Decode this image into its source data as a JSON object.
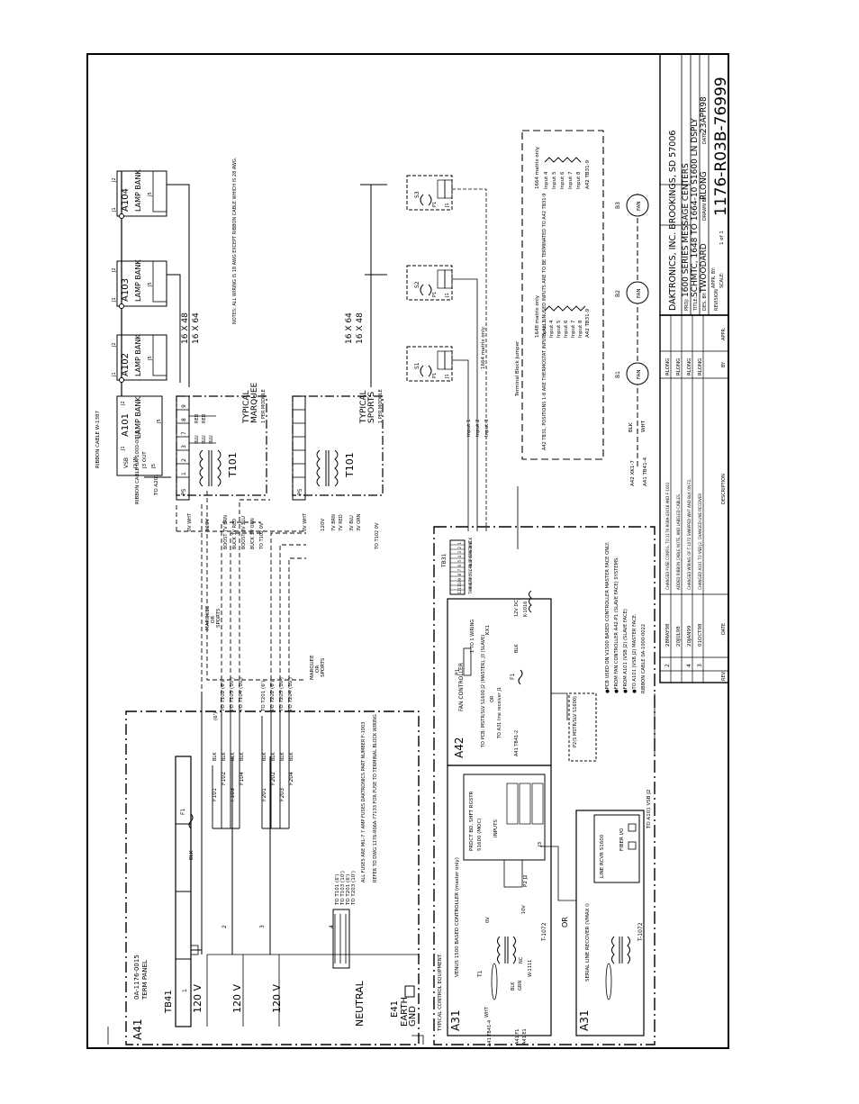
{
  "title_block": {
    "company": "DAKTRONICS, INC.    BROOKINGS, SD  57006",
    "proj_label": "PROJ:",
    "proj": "1600 SERIES MESSAGE CENTERS",
    "title_label": "TITLE:",
    "title": "SCHMTC, 1648 TO 1664-10 S1600 LN DSPLY",
    "des_label": "DES. BY:",
    "des_by": "TWOODARD",
    "drawn_label": "DRAWN BY:",
    "drawn_by": "RLONG",
    "date_label": "DATE:",
    "date": "23APR98",
    "revision_label": "REVISION",
    "appr_label": "APPR. BY:",
    "scale_label": "SCALE:",
    "sheet": "1 of 1",
    "dwg_number": "1176-R03B-76999"
  },
  "revisions": {
    "headers": [
      "REV.",
      "DATE",
      "DESCRIPTION",
      "BY",
      "APPR."
    ],
    "rows": [
      {
        "rev": "2",
        "date": "28MAY98",
        "desc": "CHANGED FUSE CONFIG. TO 1176-R08A-43018 AND F-1001",
        "by": "RLONG"
      },
      {
        "rev": "",
        "date": "20JUL98",
        "desc": "ADDED RIBBON CABLE NOTE, AND LABELED CABLES.",
        "by": "RLONG"
      },
      {
        "rev": "4",
        "date": "20JAN99",
        "desc": "CHANGED WIRING OF T-1072 SWAPPED WHT AND BLK ON F2.",
        "by": "RLONG"
      },
      {
        "rev": "3",
        "date": "01OCT98",
        "desc": "CHANGED A101 TO VSB J2, CHANGED LINE RECEIVER",
        "by": "RLONG"
      }
    ]
  },
  "a41": {
    "ref": "A41",
    "part": "0A-1176-0015",
    "name": "TERM PANEL",
    "tb": "TB41",
    "terms": [
      "1",
      "2",
      "3",
      "4"
    ],
    "v120": "120 V",
    "neutral": "NEUTRAL",
    "e41": "E41",
    "earth": "EARTH",
    "gnd": "GND",
    "f1": "F1",
    "blk": "BLK",
    "fuses": [
      "F101",
      "F102",
      "F103",
      "F104",
      "F201",
      "F202",
      "F203",
      "F204"
    ],
    "t1_dests": [
      "TO T102 (6')",
      "TO T103 (10')",
      "TO T104 (10')",
      "TO T201 (6')",
      "TO T202 (6')",
      "TO T203 (10')",
      "TO T204 (10')"
    ],
    "neutral_dests": [
      "TO T101 (6')",
      "TO T103 (10')",
      "TO T201 (6')",
      "TO T203 (10')"
    ],
    "six_ft": "(6')",
    "fuse_note": "ALL FUSES ARE MIL-7 7 AMP FUSES DAKTRONICS PART NUMBER F-1003",
    "refer_note": "REFER TO DWG 1176-R06A-77133 FOR FUSE TO TERMINAL BLOCK WIRING",
    "marquee": "MARQUEE",
    "or": "OR",
    "sports": "SPORTS"
  },
  "a31_venus": {
    "ref": "A31",
    "header": "TYPICAL CONTROL EQUIPMENT.",
    "title": "VENUS 1500 BASED CONTROLLER (master only)",
    "board": "PRDCT BD. SHFT RGSTR",
    "model": "S1600 (MOC)",
    "inputs": "INPUTS",
    "transformer": "T-1072",
    "t1": "T1",
    "wht": "WHT",
    "blk": "BLK",
    "grn": "GRN",
    "nc": "NC",
    "w1111": "W-1111",
    "ov": "0V",
    "v10": "10V",
    "f1": "A41 F1",
    "e1": "A41 E1",
    "tb4": "A41 TB41-4",
    "p2j2": "P2 J2",
    "j3": "J3"
  },
  "or_label": "OR",
  "a31_serial": {
    "ref": "A31",
    "title": "SERIAL LINE RECOVER (VMAX I)",
    "model": "LINE RCVR S1600",
    "fiber": "FIBER I/O",
    "transformer": "T-1072",
    "to_a101": "TO A101 VSB J2"
  },
  "a42": {
    "ref": "A42",
    "name": "FAN CONTROLLER",
    "pcb_note": "TO PCB: MSTR/SLV S1600 J2 (MASTER), J3 (SLAVE)",
    "or": "OR",
    "a31_note": "TO A31 line receiver J1",
    "tb41_2": "A41 TB41-2",
    "f1": "F1",
    "blk": "BLK",
    "one_to_one": "1 TO 1 WIRING",
    "p1": "P1",
    "kx1": "KX1",
    "k1016": "K-1016",
    "dc12": "12V DC",
    "tb31": "TB31",
    "tb_rows": [
      {
        "n": "1",
        "c": "BLK"
      },
      {
        "n": "2",
        "c": "WHT"
      },
      {
        "n": "3",
        "c": "RED"
      },
      {
        "n": "4",
        "c": "GRN"
      },
      {
        "n": "5",
        "c": "BRN"
      },
      {
        "n": "6",
        "c": "BLU"
      },
      {
        "n": "7",
        "c": "ORN"
      },
      {
        "n": "8",
        "c": "YEL"
      },
      {
        "n": "9",
        "c": "VIO"
      },
      {
        "n": "10",
        "c": "GRY"
      },
      {
        "n": "11",
        "c": "PNK"
      },
      {
        "n": "12",
        "c": "TAN"
      }
    ],
    "sub_title": "P2(S MSTR/SLV S1600)",
    "notes": [
      "●PCB USED ON V1500 BASED CONTROLLER MASTER FACE ONLY.",
      "●FROM FAN CONTROLLER A42-P1 (SLAVE FACE) SYSTEMS:",
      "●FROM A101 (VSB J2) (SLAVE FACE)",
      "●TO A101 (VSB J2) MASTER FACE.",
      "RIBBON CABLE 0A-1000-0022"
    ]
  },
  "marquee_module": {
    "title": "TYPICAL",
    "title2": "MARQUEE",
    "per": "1 PER MODULE",
    "t101": "T101",
    "p5": "P5",
    "pins": [
      "1",
      "2",
      "3",
      "7",
      "8",
      "9"
    ],
    "v120": "120V",
    "taps": [
      "0V WHT",
      "BOOST 7V BRN",
      "BUCK 7V RED",
      "BOOST 3V BLU",
      "BUCK 3V ORN"
    ],
    "wires": [
      "BLU",
      "BLU",
      "BLU",
      "RED",
      "RED"
    ],
    "to_t102": "TO T102 0V",
    "to_a201": "TO A201",
    "ribbon": "RIBBON CABLE 0A-1000-0019",
    "vsb": "VSB",
    "j2_in": "J2 IN",
    "j3_out": "J3 OUT",
    "j5": "J5"
  },
  "sports_module": {
    "title": "TYPICAL",
    "title2": "SPORTS",
    "per": "1 PER MODULE",
    "t101": "T101",
    "p5": "P5",
    "v120": "120V",
    "taps": [
      "0V WHT",
      "7V BRN",
      "7V RED",
      "3V BLU",
      "3V ORN"
    ],
    "to_t102": "TO T102 0V"
  },
  "lamp_banks": [
    {
      "ref": "A101",
      "label": "LAMP BANK",
      "j1": "J1",
      "j2": "J2",
      "j5": "J5"
    },
    {
      "ref": "A102",
      "label": "LAMP BANK",
      "j1": "J1",
      "j2": "J2",
      "j5": "J5"
    },
    {
      "ref": "A103",
      "label": "LAMP BANK",
      "j1": "J1",
      "j2": "J2",
      "j5": "J5"
    },
    {
      "ref": "A104",
      "label": "LAMP BANK",
      "j1": "J1",
      "j2": "J2",
      "j5": "J5"
    }
  ],
  "ribbon_top": "RIBBON CABLE W-1387",
  "size_a": "16 X 48",
  "size_b": "16 X 64",
  "size_c": "16 X 64",
  "size_d": "16 X 48",
  "wiring_note": "NOTES: ALL WIRING IS 18 AWG EXCEPT RIBBON CABLE WHICH IS 28 AWG.",
  "switches": [
    "S1",
    "S2",
    "S3"
  ],
  "sw_p1": "P1",
  "sw_j1": "J1",
  "matrix_1664": "1664 matrix only",
  "inputs_list": [
    "Input 1",
    "Input 2",
    "Input 3"
  ],
  "terminal_jumper": "Terminal Block Jumper",
  "tb31_note": "A42 TB31, POSITIONS 1-8 ARE THERMOSTAT INPUTS ALL UNUSED INPUTS ARE TO BE TERMINATED TO A42 TB31-9",
  "m1648_title": "1648 matrix only",
  "m1648_inputs": [
    "Input 3",
    "Input 4",
    "Input 5",
    "Input 6",
    "Input 7",
    "Input 8"
  ],
  "m1648_ref": "A42 TB31-9",
  "m1664_title": "1664 matrix only",
  "m1664_inputs": [
    "Input 4",
    "Input 5",
    "Input 6",
    "Input 7",
    "Input 8"
  ],
  "m1664_ref": "A42 TB31-9",
  "fans": [
    {
      "ref": "B1",
      "label": "FAN"
    },
    {
      "ref": "B2",
      "label": "FAN"
    },
    {
      "ref": "B3",
      "label": "FAN"
    }
  ],
  "fan_wire1": "A42 XK1-7",
  "fan_wire2": "A41 TB41-4",
  "fan_blk": "BLK",
  "fan_wht": "WHT"
}
